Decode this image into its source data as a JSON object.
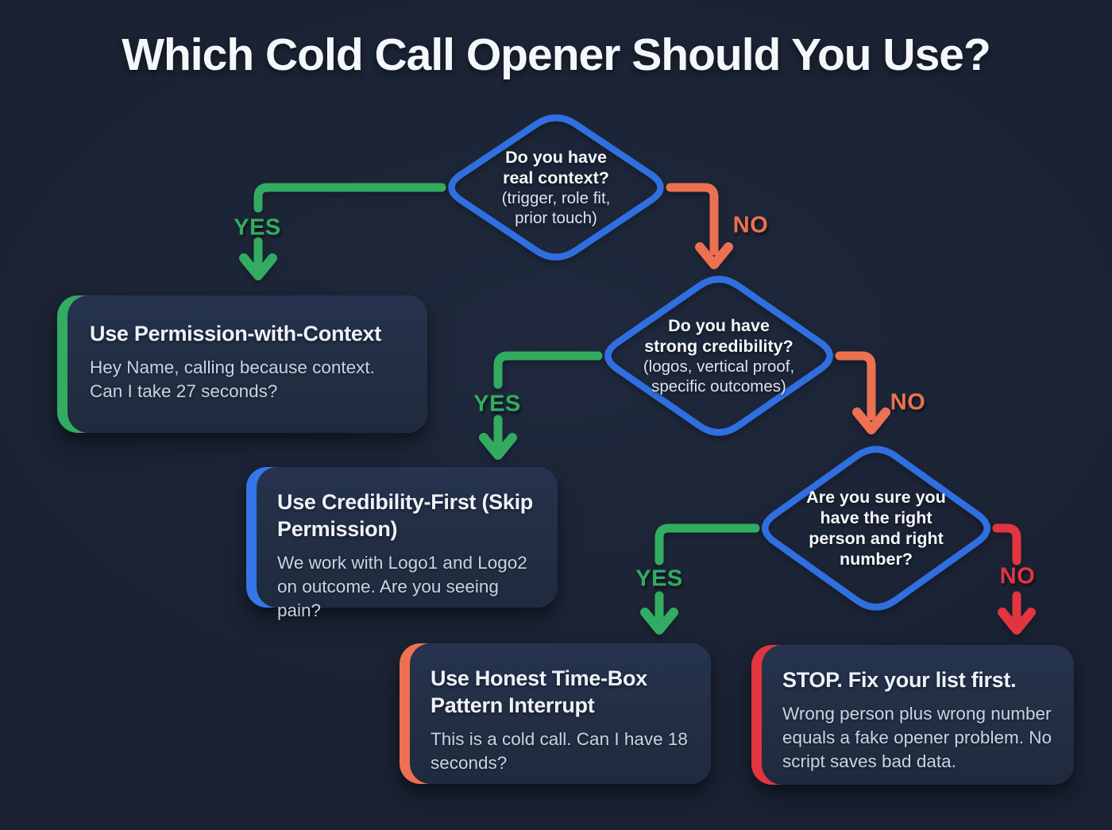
{
  "title": "Which Cold Call Opener Should You Use?",
  "labels": {
    "yes": "YES",
    "no": "NO"
  },
  "decisions": [
    {
      "lines": [
        "Do you have",
        "real context?",
        "(trigger, role fit,",
        "prior touch)"
      ]
    },
    {
      "lines": [
        "Do you have",
        "strong credibility?",
        "(logos, vertical proof,",
        "specific outcomes)"
      ]
    },
    {
      "lines": [
        "Are you sure you",
        "have the right",
        "person and right",
        "number?"
      ]
    }
  ],
  "cards": [
    {
      "title": "Use Permission-with-Context",
      "body": "Hey Name, calling because context. Can I take 27 seconds?"
    },
    {
      "title": "Use Credibility-First (Skip Permission)",
      "body": "We work with Logo1 and Logo2 on outcome. Are you seeing pain?"
    },
    {
      "title": "Use Honest Time-Box Pattern Interrupt",
      "body": "This is a cold call. Can I have 18 seconds?"
    },
    {
      "title": "STOP. Fix your list first.",
      "body": "Wrong person plus wrong number equals a fake opener problem. No script saves bad data."
    }
  ],
  "colors": {
    "background": "#1a2233",
    "blue": "#2f6fe0",
    "green": "#32ac60",
    "orange": "#ed7150",
    "red": "#e2353f",
    "card": "#232f44",
    "title_text": "#f4f7fb",
    "body_text": "#c9d3e1"
  }
}
